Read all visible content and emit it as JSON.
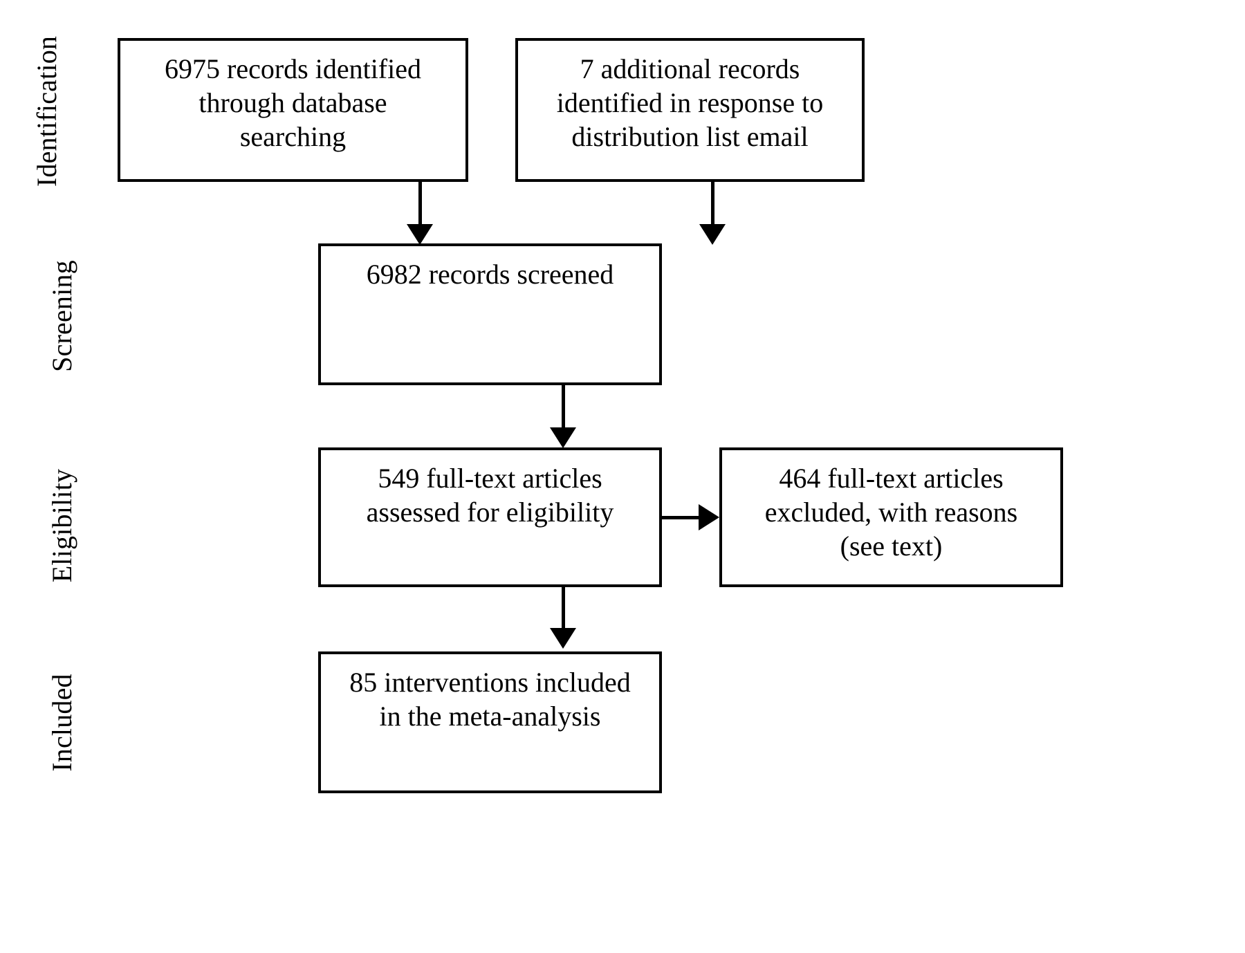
{
  "diagram": {
    "type": "prisma-flow-diagram",
    "background_color": "#ffffff",
    "line_color": "#000000",
    "text_color": "#000000"
  },
  "stages": [
    {
      "id": "identification",
      "label": "Identification"
    },
    {
      "id": "screening",
      "label": "Screening"
    },
    {
      "id": "eligibility",
      "label": "Eligibility"
    },
    {
      "id": "included",
      "label": "Included"
    }
  ],
  "boxes": [
    {
      "id": "records-database",
      "stage": "identification",
      "text": "6975 records identified\nthrough database\nsearching",
      "count": 6975
    },
    {
      "id": "records-additional",
      "stage": "identification",
      "text": "7 additional records\nidentified in response to\ndistribution list email",
      "count": 7
    },
    {
      "id": "records-screened",
      "stage": "screening",
      "text": "6982 records screened",
      "count": 6982
    },
    {
      "id": "fulltext-assessed",
      "stage": "eligibility",
      "text": "549 full-text articles\nassessed for eligibility",
      "count": 549
    },
    {
      "id": "fulltext-excluded",
      "stage": "eligibility",
      "text": "464 full-text articles\nexcluded, with reasons\n(see text)",
      "count": 464
    },
    {
      "id": "interventions-included",
      "stage": "included",
      "text": "85 interventions included\nin the meta-analysis",
      "count": 85
    }
  ],
  "connectors": [
    {
      "id": "database-to-screened",
      "from": "records-database",
      "to": "records-screened",
      "direction": "down"
    },
    {
      "id": "additional-to-screened",
      "from": "records-additional",
      "to": "records-screened",
      "direction": "down"
    },
    {
      "id": "screened-to-assessed",
      "from": "records-screened",
      "to": "fulltext-assessed",
      "direction": "down"
    },
    {
      "id": "assessed-to-excluded",
      "from": "fulltext-assessed",
      "to": "fulltext-excluded",
      "direction": "right"
    },
    {
      "id": "assessed-to-included",
      "from": "fulltext-assessed",
      "to": "interventions-included",
      "direction": "down"
    }
  ]
}
